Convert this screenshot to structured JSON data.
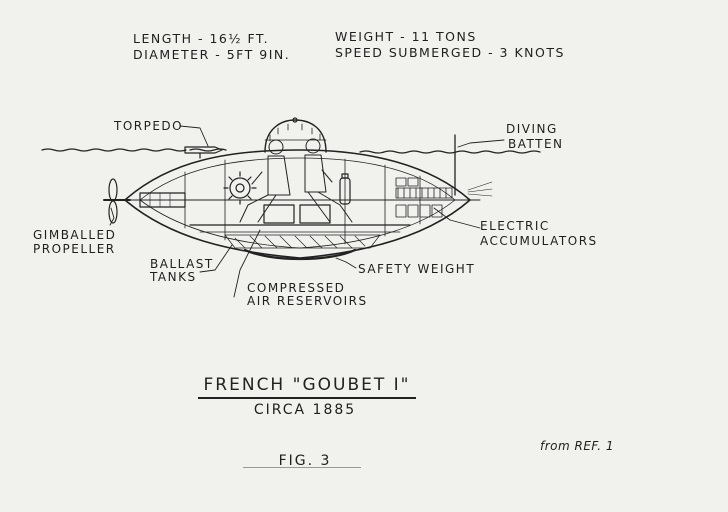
{
  "specs": {
    "length": "LENGTH - 16½ FT.",
    "diameter": "DIAMETER - 5FT 9IN.",
    "weight": "WEIGHT - 11 TONS",
    "speed": "SPEED SUBMERGED - 3 KNOTS"
  },
  "labels": {
    "torpedo": "TORPEDO",
    "diving_batten_1": "DIVING",
    "diving_batten_2": "BATTEN",
    "gimballed_1": "GIMBALLED",
    "gimballed_2": "PROPELLER",
    "ballast_1": "BALLAST",
    "ballast_2": "TANKS",
    "compressed_1": "COMPRESSED",
    "compressed_2": "AIR RESERVOIRS",
    "safety_weight": "SAFETY WEIGHT",
    "electric_1": "ELECTRIC",
    "electric_2": "ACCUMULATORS"
  },
  "title": {
    "main": "FRENCH \"GOUBET I\"",
    "sub": "CIRCA 1885",
    "fig": "FIG. 3",
    "ref": "from REF. 1"
  }
}
